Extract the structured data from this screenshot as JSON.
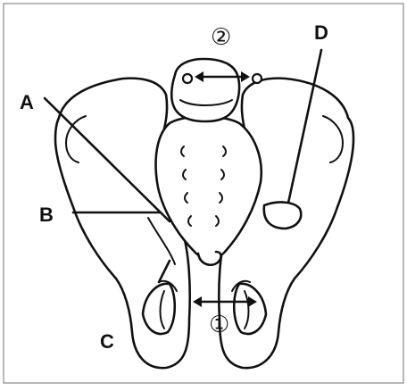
{
  "labels": {
    "a": "A",
    "b": "B",
    "c": "C",
    "d": "D"
  },
  "markers": {
    "pelvic_outlet": "①",
    "pelvic_inlet": "②"
  }
}
